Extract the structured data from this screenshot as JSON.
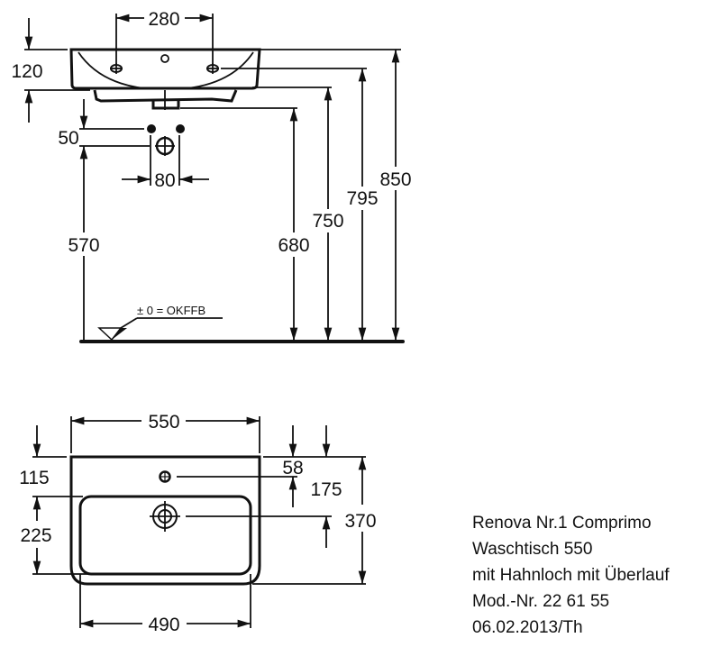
{
  "side_view": {
    "dimensions": {
      "tap_hole_spacing": "280",
      "basin_height": "120",
      "supply_offset": "50",
      "supply_spacing": "80",
      "supply_height": "570",
      "drain_height": "680",
      "underside_height": "750",
      "overflow_height": "795",
      "top_height": "850"
    },
    "floor_label": "± 0 = OKFFB"
  },
  "top_view": {
    "dimensions": {
      "overall_width": "550",
      "bowl_width": "490",
      "tap_hole_from_back": "115",
      "bowl_depth": "225",
      "tap_hole_offset": "58",
      "drain_from_back": "175",
      "overall_depth": "370"
    }
  },
  "title_block": {
    "lines": [
      "Renova Nr.1 Comprimo",
      "Waschtisch 550",
      "mit Hahnloch mit Überlauf",
      "Mod.-Nr. 22 61 55",
      "06.02.2013/Th"
    ]
  }
}
